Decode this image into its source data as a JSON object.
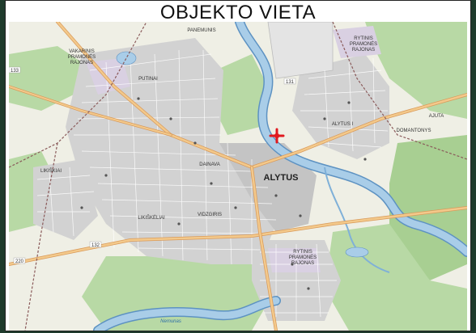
{
  "title": "OBJEKTO VIETA",
  "map": {
    "city": "ALYTUS",
    "districts": [
      {
        "id": "vakarinis",
        "lines": [
          "VAKARINIS",
          "PRAMONĖS",
          "RAJONAS"
        ]
      },
      {
        "id": "putinai",
        "lines": [
          "PUTINAI"
        ]
      },
      {
        "id": "pamenupis",
        "lines": [
          "PANEMUNIS"
        ]
      },
      {
        "id": "rytinis-north",
        "lines": [
          "RYTINIS",
          "PRAMONĖS",
          "RAJONAS"
        ]
      },
      {
        "id": "alytus-i",
        "lines": [
          "ALYTUS I"
        ]
      },
      {
        "id": "domantonys",
        "lines": [
          "DOMANTONYS"
        ]
      },
      {
        "id": "dainava",
        "lines": [
          "DAINAVA"
        ]
      },
      {
        "id": "vidzgiris",
        "lines": [
          "VIDZGIRIS"
        ]
      },
      {
        "id": "likiskeliai",
        "lines": [
          "LIKIŠKĖLIAI"
        ]
      },
      {
        "id": "luksiai",
        "lines": [
          "LIKIŠKIAI"
        ]
      },
      {
        "id": "rytinis-south",
        "lines": [
          "RYTINIS",
          "PRAMONĖS",
          "RAJONAS"
        ]
      },
      {
        "id": "ajuta",
        "lines": [
          "AJUTA"
        ]
      }
    ],
    "river_label": "Nemunas",
    "road_labels": [
      "131",
      "132",
      "133",
      "220"
    ],
    "marker": {
      "name": "object-location",
      "color": "#e0191f"
    },
    "colors": {
      "forest": "#b8d9a5",
      "forest_dark": "#a8cf92",
      "urban": "#d2d2d2",
      "urban_dense": "#c4c4c4",
      "water": "#a9cde8",
      "water_edge": "#5d92c2",
      "road_major": "#f3c98b",
      "road_edge": "#d99a5a",
      "rail": "#8a5a5a",
      "industrial": "#d9d0e2",
      "field": "#efefe5"
    }
  }
}
